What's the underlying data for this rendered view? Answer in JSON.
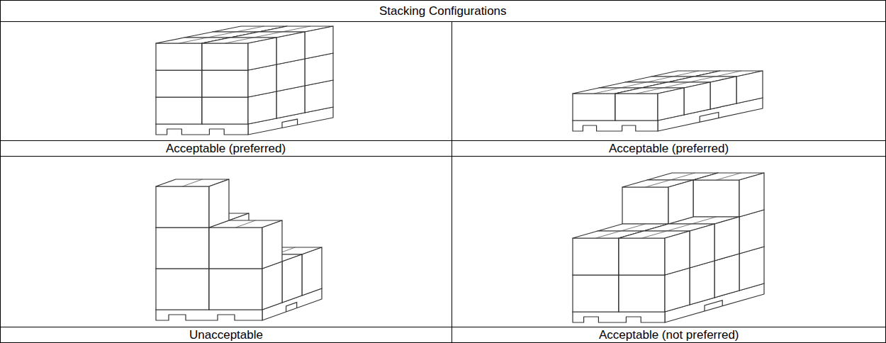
{
  "diagram": {
    "title": "Stacking Configurations",
    "labels": [
      "Acceptable (preferred)",
      "Acceptable (preferred)",
      "Unacceptable",
      "Acceptable (not preferred)"
    ]
  }
}
